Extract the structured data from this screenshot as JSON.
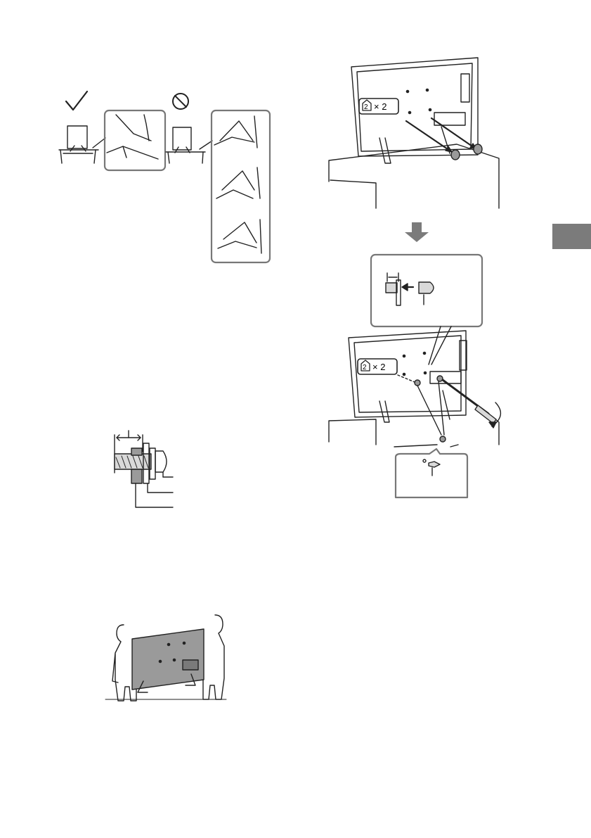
{
  "parts_label_1": "2",
  "quantity_label_1": "× 2",
  "parts_label_2": "2",
  "quantity_label_2": "× 2",
  "icons": {
    "ok": "check-mark-icon",
    "prohibited": "prohibited-icon",
    "arrow": "down-arrow-icon"
  },
  "colors": {
    "line": "#222222",
    "tab": "#7b7b7b",
    "bolt_gray": "#9a9a9a",
    "tv_back": "#999999"
  }
}
